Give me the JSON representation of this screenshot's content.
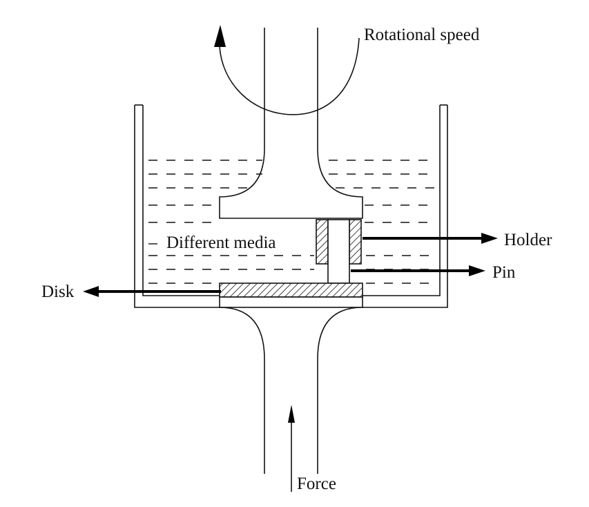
{
  "labels": {
    "rotational_speed": "Rotational speed",
    "different_media": "Different media",
    "holder": "Holder",
    "pin": "Pin",
    "disk": "Disk",
    "force": "Force"
  }
}
